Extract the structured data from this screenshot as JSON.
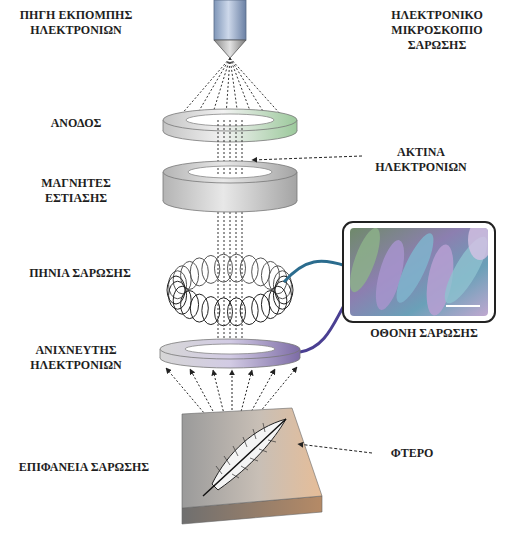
{
  "diagram": {
    "title": "ΗΛΕΚΤΡΟΝΙΚΟ ΜΙΚΡΟΣΚΟΠΙΟ ΣΑΡΩΣΗΣ",
    "labels": [
      "ΠΗΓΗ ΕΚΠΟΜΠΗΣ ΗΛΕΚΤΡΟΝΙΩΝ",
      "ΑΝΟΔΟΣ",
      "ΑΚΤΙΝΑ ΗΛΕΚΤΡΟΝΙΩΝ",
      "ΜΑΓΝΗΤΕΣ ΕΣΤΙΑΣΗΣ",
      "ΠΗΝΙΑ ΣΑΡΩΣΗΣ",
      "ΟΘΟΝΗ ΣΑΡΩΣΗΣ",
      "ΑΝΙΧΝΕΥΤΗΣ ΗΛΕΚΤΡΟΝΙΩΝ",
      "ΦΤΕΡΟ",
      "ΕΠΙΦΑΝΕΙΑ ΣΑΡΩΣΗΣ"
    ]
  }
}
